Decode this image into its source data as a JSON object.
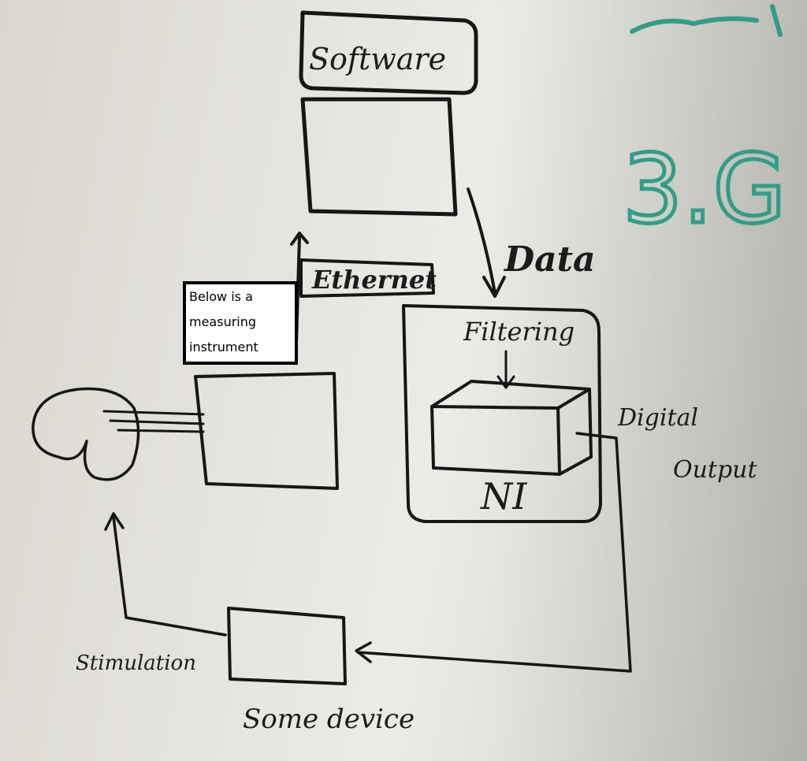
{
  "diagram": {
    "software_label": "Software",
    "ethernet_label": "Ethernet",
    "data_label": "Data",
    "filtering_label": "Filtering",
    "ni_label": "NI",
    "digital_output_line1": "Digital",
    "digital_output_line2": "Output",
    "stimulation_label": "Stimulation",
    "device_label": "Some device",
    "note_text": "Below is a measuring instrument",
    "teal_text": "3.G"
  },
  "colors": {
    "ink": "#161616",
    "teal": "#2f9e86",
    "note_border": "#000000"
  }
}
